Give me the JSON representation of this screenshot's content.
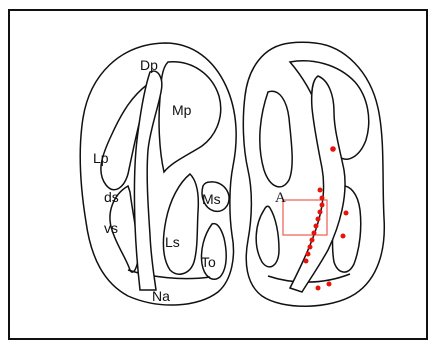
{
  "figure": {
    "left_labels": {
      "dp": "Dp",
      "mp": "Mp",
      "lp": "Lp",
      "ds": "ds",
      "vs": "vs",
      "ms": "Ms",
      "ls": "Ls",
      "to": "To",
      "na": "Na"
    },
    "right_labels": {
      "region_a": "A"
    },
    "colors": {
      "outline": "#111111",
      "accent": "#e8120c",
      "box": "#ef5a50"
    }
  }
}
